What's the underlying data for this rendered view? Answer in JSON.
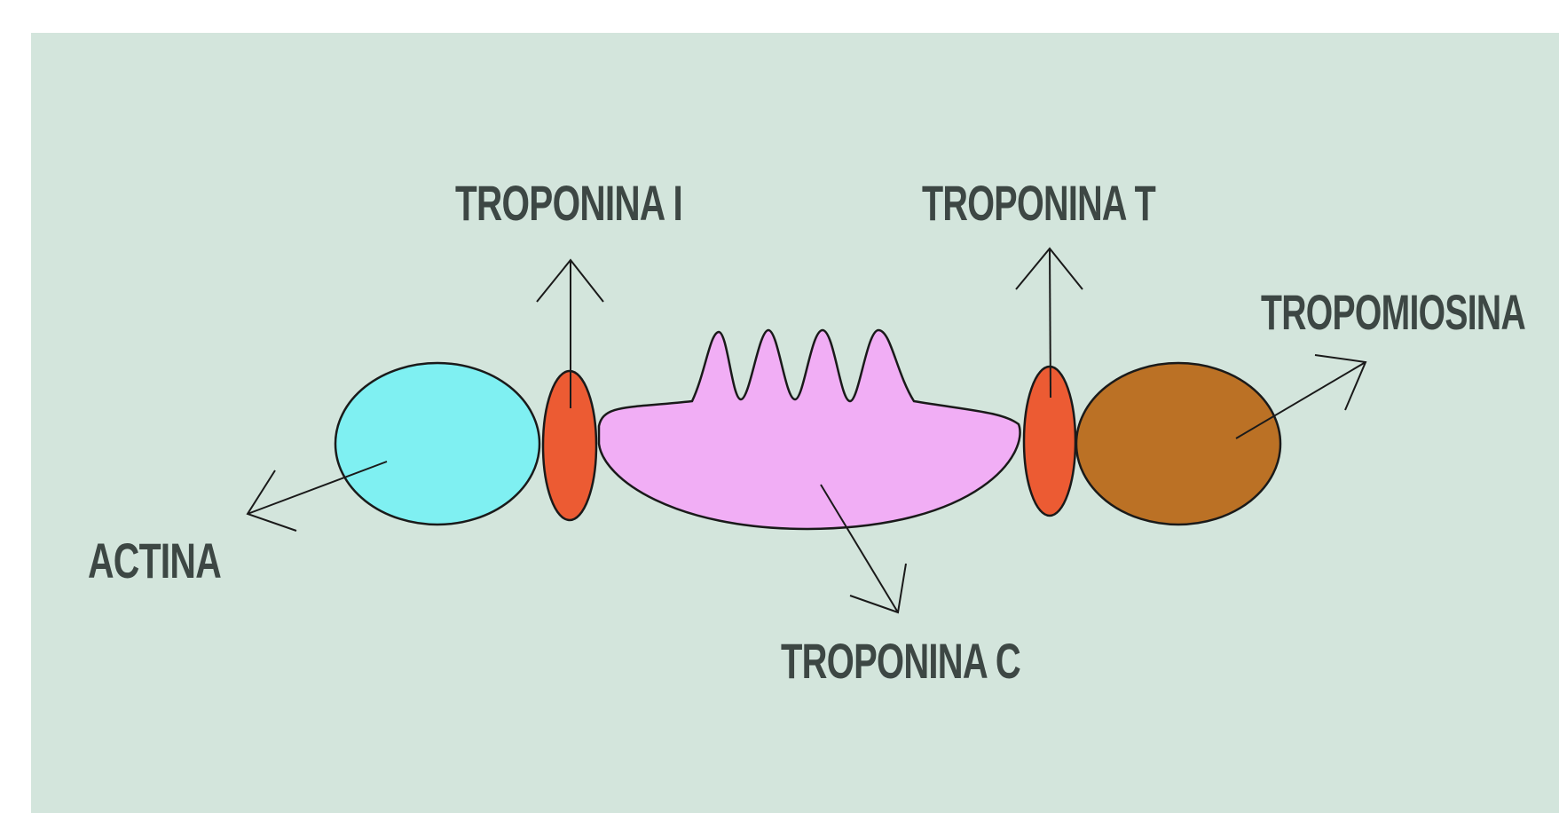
{
  "labels": {
    "troponina_i": "TROPONINA I",
    "troponina_t": "TROPONINA T",
    "tropomiosina": "TROPOMIOSINA",
    "actina": "ACTINA",
    "troponina_c": "TROPONINA C"
  },
  "colors": {
    "background": "#d3e5dc",
    "actina": "#7ff0f2",
    "troponina_i": "#ec5b33",
    "troponina_t": "#ec5b33",
    "troponina_c": "#f1aef5",
    "tropomiosina": "#bb7125",
    "label_text": "#3d4744"
  }
}
